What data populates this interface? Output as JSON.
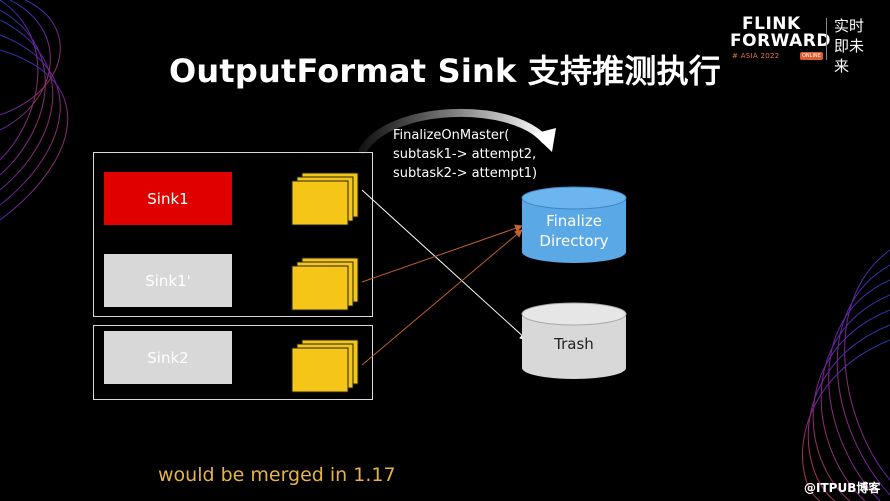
{
  "title": "OutputFormat Sink 支持推测执行",
  "logo": {
    "line1": "FLINK",
    "line2": "FORWARD",
    "subline": "# ASIA 2022",
    "badge": "ONLINE",
    "chinese": "实时即未来"
  },
  "sinks": {
    "sink1": "Sink1",
    "sink1_prime": "Sink1'",
    "sink2": "Sink2"
  },
  "finalize_call": {
    "line1": "FinalizeOnMaster(",
    "line2": "subtask1-> attempt2,",
    "line3": "subtask2-> attempt1)"
  },
  "stores": {
    "finalize": [
      "Finalize",
      "Directory"
    ],
    "trash": "Trash"
  },
  "footer": "would be merged in 1.17",
  "watermark": "@ITPUB博客",
  "colors": {
    "sink_active": "#e00000",
    "sink_inactive": "#d8d8d8",
    "files": "#f5c518",
    "finalize_store": "#5aa9e6",
    "trash_store": "#d8d8d8",
    "arrow_orange": "#c0622a",
    "footer_text": "#e6b347"
  }
}
